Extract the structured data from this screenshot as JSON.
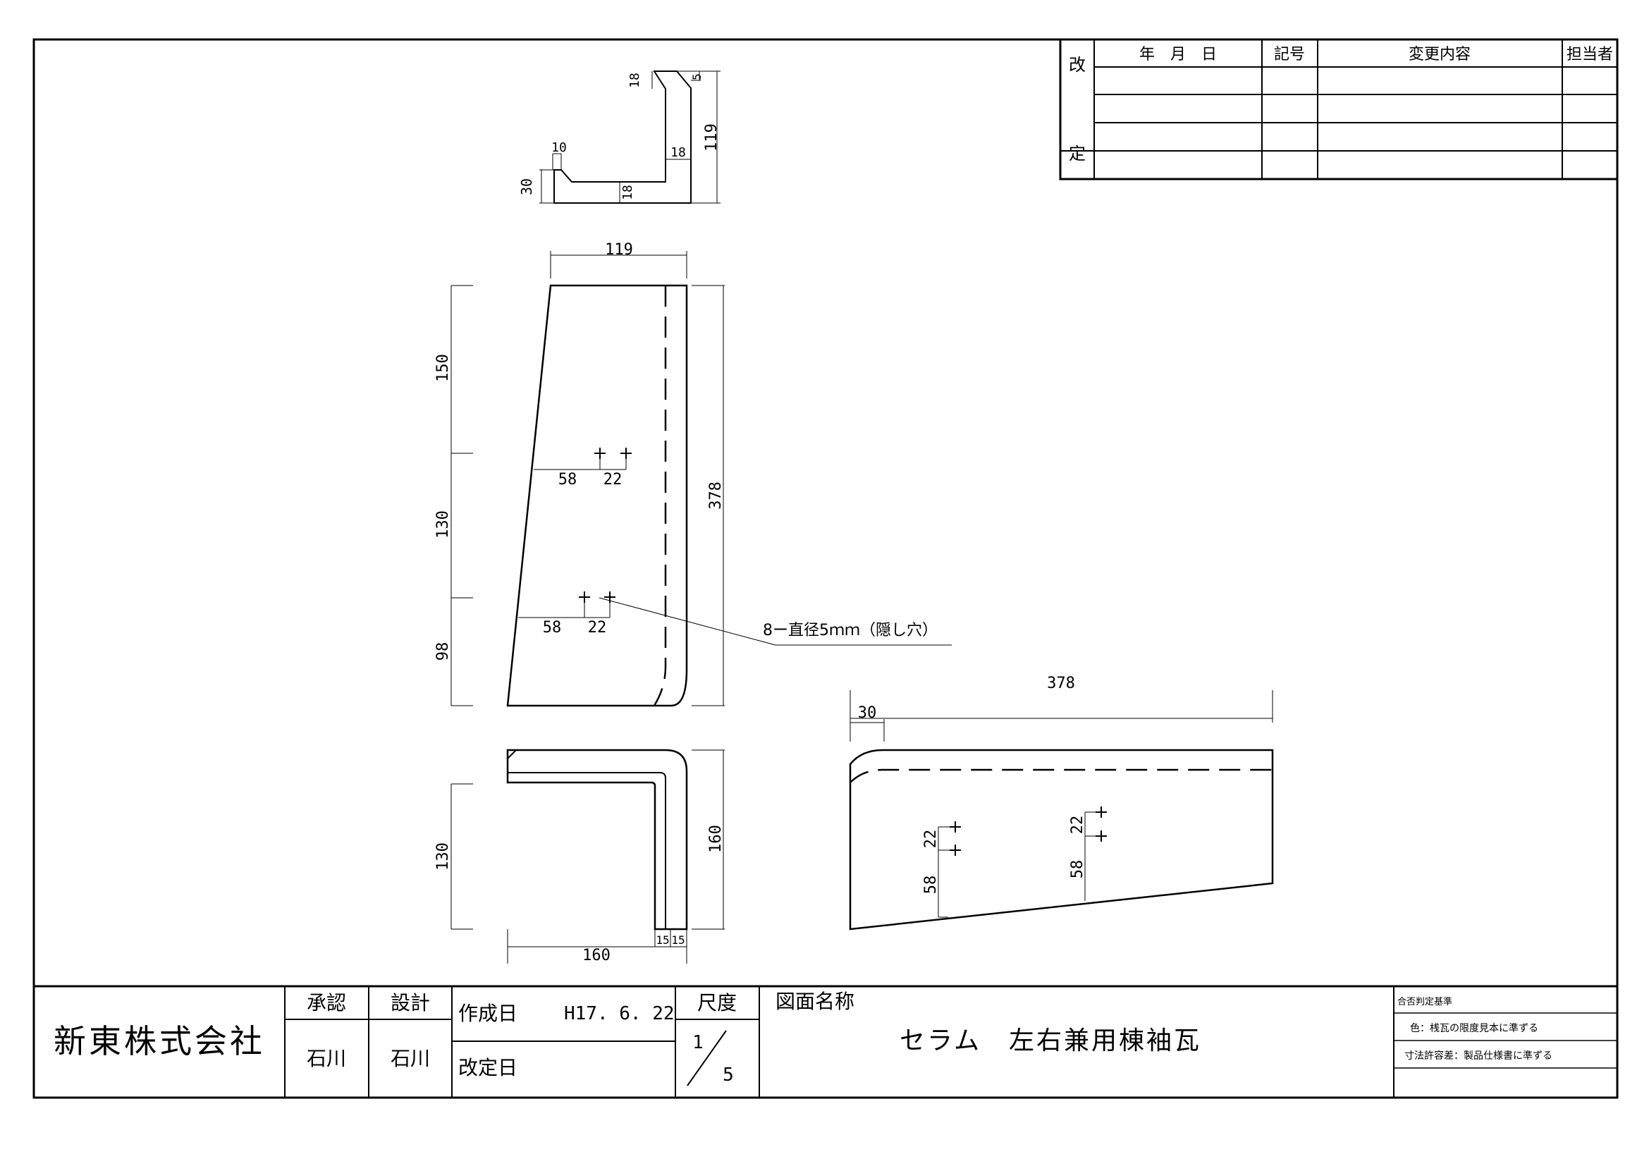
{
  "revision_table": {
    "kai": "改",
    "tei": "定",
    "header_date": "年　月　日",
    "header_symbol": "記号",
    "header_content": "変更内容",
    "header_person": "担当者"
  },
  "title_block": {
    "company": "新東株式会社",
    "approval_label": "承認",
    "design_label": "設計",
    "approver": "石川",
    "designer": "石川",
    "created_label": "作成日",
    "created_date": "H17. 6. 22",
    "revised_label": "改定日",
    "scale_label": "尺度",
    "scale_num": "1",
    "scale_den": "5",
    "drawing_name_label": "図面名称",
    "drawing_name": "セラム　左右兼用棟袖瓦",
    "criteria_title": "合否判定基準",
    "criteria_color": "色：桟瓦の限度見本に準ずる",
    "criteria_tolerance": "寸法許容差：製品仕様書に準ずる"
  },
  "dimensions": {
    "sec_18a": "18",
    "sec_5": "5",
    "sec_119": "119",
    "sec_10": "10",
    "sec_18b": "18",
    "sec_30": "30",
    "sec_18c": "18",
    "front_119": "119",
    "front_150": "150",
    "front_130": "130",
    "front_98": "98",
    "front_378": "378",
    "front_58a": "58",
    "front_22a": "22",
    "front_58b": "58",
    "front_22b": "22",
    "hole_note": "8ー直径5ｍｍ（隠し穴）",
    "plan_130": "130",
    "plan_160v": "160",
    "plan_160h": "160",
    "plan_15a": "15",
    "plan_15b": "15",
    "side_378": "378",
    "side_30": "30",
    "side_22a": "22",
    "side_58a": "58",
    "side_22b": "22",
    "side_58b": "58"
  }
}
